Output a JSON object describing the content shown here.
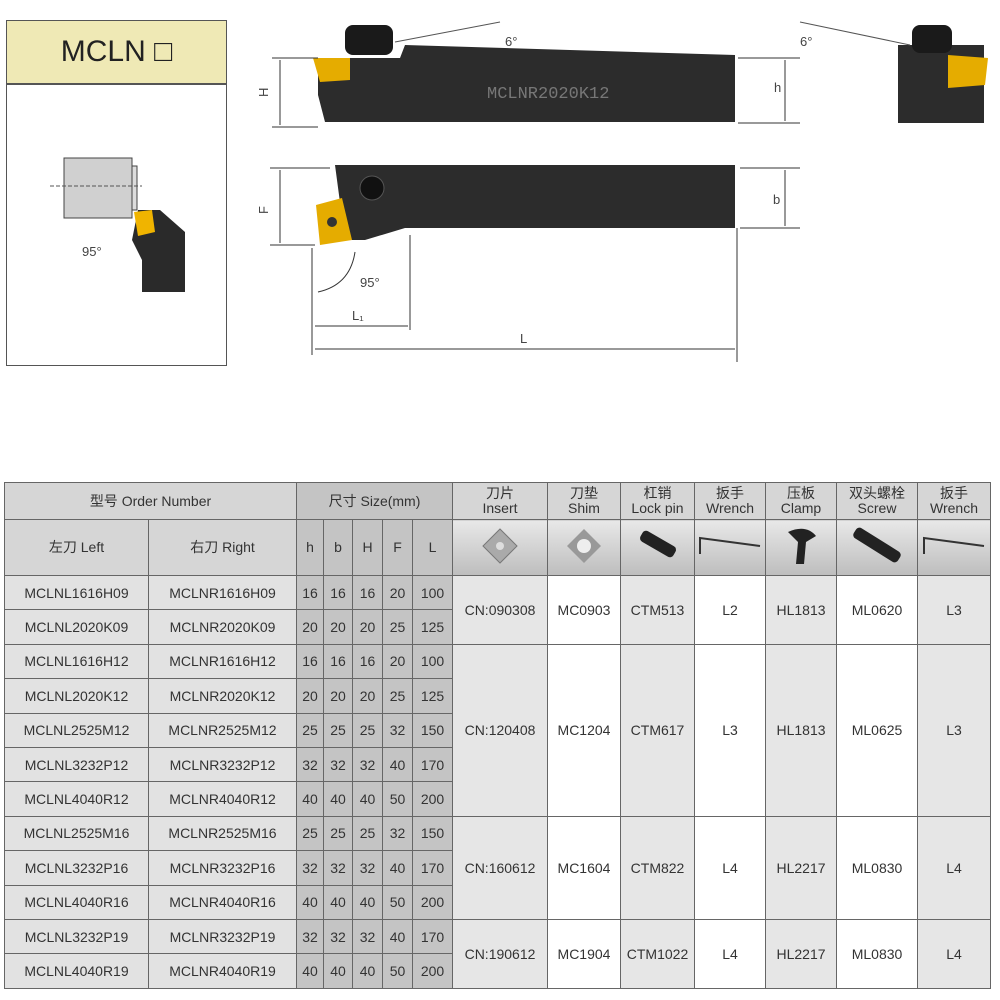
{
  "title": "MCLN □",
  "diagram": {
    "engraving": "MCLNR2020K12",
    "angle_clearance": "6°",
    "angle_lead": "95°",
    "dims": {
      "H": "H",
      "h": "h",
      "F": "F",
      "b": "b",
      "L1": "L₁",
      "L": "L"
    }
  },
  "table": {
    "order_number": "型号 Order Number",
    "size": "尺寸 Size(mm)",
    "left": "左刀 Left",
    "right": "右刀 Right",
    "size_cols": [
      "h",
      "b",
      "H",
      "F",
      "L"
    ],
    "part_cols": [
      {
        "cn": "刀片",
        "en": "Insert",
        "icon": "insert-icon"
      },
      {
        "cn": "刀垫",
        "en": "Shim",
        "icon": "shim-icon"
      },
      {
        "cn": "杠销",
        "en": "Lock pin",
        "icon": "lock-pin-icon"
      },
      {
        "cn": "扳手",
        "en": "Wrench",
        "icon": "wrench-icon"
      },
      {
        "cn": "压板",
        "en": "Clamp",
        "icon": "clamp-icon"
      },
      {
        "cn": "双头螺栓",
        "en": "Screw",
        "icon": "screw-icon"
      },
      {
        "cn": "扳手",
        "en": "Wrench",
        "icon": "wrench-icon"
      }
    ],
    "rows": [
      {
        "left": "MCLNL1616H09",
        "right": "MCLNR1616H09",
        "size": [
          "16",
          "16",
          "16",
          "20",
          "100"
        ]
      },
      {
        "left": "MCLNL2020K09",
        "right": "MCLNR2020K09",
        "size": [
          "20",
          "20",
          "20",
          "25",
          "125"
        ]
      },
      {
        "left": "MCLNL1616H12",
        "right": "MCLNR1616H12",
        "size": [
          "16",
          "16",
          "16",
          "20",
          "100"
        ]
      },
      {
        "left": "MCLNL2020K12",
        "right": "MCLNR2020K12",
        "size": [
          "20",
          "20",
          "20",
          "25",
          "125"
        ]
      },
      {
        "left": "MCLNL2525M12",
        "right": "MCLNR2525M12",
        "size": [
          "25",
          "25",
          "25",
          "32",
          "150"
        ]
      },
      {
        "left": "MCLNL3232P12",
        "right": "MCLNR3232P12",
        "size": [
          "32",
          "32",
          "32",
          "40",
          "170"
        ]
      },
      {
        "left": "MCLNL4040R12",
        "right": "MCLNR4040R12",
        "size": [
          "40",
          "40",
          "40",
          "50",
          "200"
        ]
      },
      {
        "left": "MCLNL2525M16",
        "right": "MCLNR2525M16",
        "size": [
          "25",
          "25",
          "25",
          "32",
          "150"
        ]
      },
      {
        "left": "MCLNL3232P16",
        "right": "MCLNR3232P16",
        "size": [
          "32",
          "32",
          "32",
          "40",
          "170"
        ]
      },
      {
        "left": "MCLNL4040R16",
        "right": "MCLNR4040R16",
        "size": [
          "40",
          "40",
          "40",
          "50",
          "200"
        ]
      },
      {
        "left": "MCLNL3232P19",
        "right": "MCLNR3232P19",
        "size": [
          "32",
          "32",
          "32",
          "40",
          "170"
        ]
      },
      {
        "left": "MCLNL4040R19",
        "right": "MCLNR4040R19",
        "size": [
          "40",
          "40",
          "40",
          "50",
          "200"
        ]
      }
    ],
    "groups": [
      {
        "rows": 2,
        "parts": [
          "CN:090308",
          "MC0903",
          "CTM513",
          "L2",
          "HL1813",
          "ML0620",
          "L3"
        ]
      },
      {
        "rows": 5,
        "parts": [
          "CN:120408",
          "MC1204",
          "CTM617",
          "L3",
          "HL1813",
          "ML0625",
          "L3"
        ]
      },
      {
        "rows": 3,
        "parts": [
          "CN:160612",
          "MC1604",
          "CTM822",
          "L4",
          "HL2217",
          "ML0830",
          "L4"
        ]
      },
      {
        "rows": 2,
        "parts": [
          "CN:190612",
          "MC1904",
          "CTM1022",
          "L4",
          "HL2217",
          "ML0830",
          "L4"
        ]
      }
    ]
  }
}
